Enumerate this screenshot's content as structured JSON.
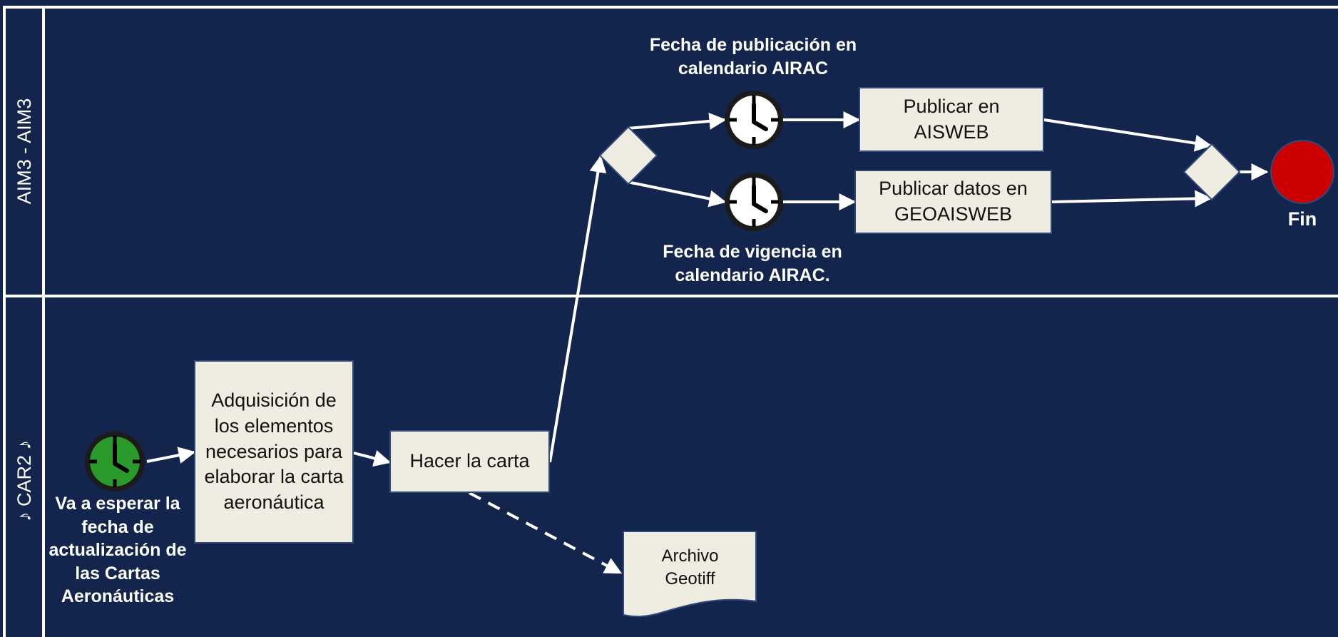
{
  "colors": {
    "background": "#13254d",
    "lane_border": "#ffffff",
    "task_fill": "#efece2",
    "start_event": "#2a9a2a",
    "end_event": "#cc0000",
    "timer_fill": "#ffffff"
  },
  "lanes": [
    {
      "label": "AIM3 - AIM3"
    },
    {
      "label": "♪ CAR2 ♪"
    }
  ],
  "events": {
    "start": {
      "caption": "Va a esperar la fecha de actualización de las Cartas Aeronáuticas",
      "icon": "clock-icon"
    },
    "timer_publication": {
      "caption": "Fecha de publicación en calendario AIRAC",
      "icon": "clock-icon"
    },
    "timer_validity": {
      "caption": "Fecha de vigencia en calendario AIRAC.",
      "icon": "clock-icon"
    },
    "end": {
      "caption": "Fin"
    }
  },
  "tasks": {
    "acquisition": "Adquisición de los elementos necesarios para elaborar la carta aeronáutica",
    "make_chart": "Hacer la carta",
    "publish_aisweb": "Publicar en AISWEB",
    "publish_geoaisweb": "Publicar datos en GEOAISWEB"
  },
  "artifacts": {
    "geotiff": "Archivo Geotiff"
  }
}
